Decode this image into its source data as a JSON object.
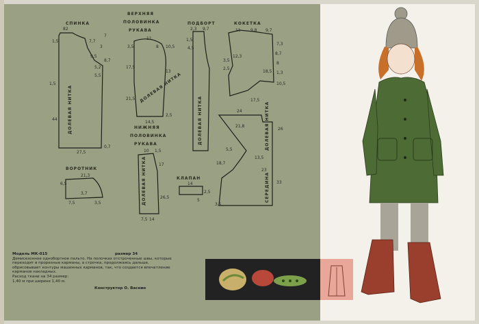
{
  "pieces": {
    "back": {
      "label": "СПИНКА",
      "grain": "ДОЛЕВАЯ НИТКА",
      "dims": [
        "82",
        "1,5",
        "7,7",
        "9,5",
        "5,2",
        "5,5",
        "44",
        "27,5",
        "8,7",
        "1,5",
        "0,7",
        "7",
        "3"
      ]
    },
    "upper_sleeve": {
      "label": [
        "ВЕРХНЯЯ",
        "ПОЛОВИНКА",
        "РУКАВА"
      ],
      "grain": "ДОЛЕВАЯ НИТКА",
      "dims": [
        "3,5",
        "11",
        "8",
        "17,5",
        "21,5",
        "14,5",
        "10,5",
        "13",
        "2,5"
      ]
    },
    "facing": {
      "label": "ПОДБОРТ",
      "grain": "ДОЛЕВАЯ НИТКА",
      "dims": [
        "2,3",
        "9,7",
        "1,5",
        "4,5"
      ]
    },
    "yoke": {
      "label": "КОКЕТКА",
      "dims": [
        "11",
        "9,8",
        "9,7",
        "12,3",
        "8,7",
        "3,5",
        "2,5",
        "18,5",
        "10,5",
        "17,5",
        "7,3",
        "8",
        "1,3"
      ]
    },
    "front": {
      "label": "",
      "grain": [
        "ДОЛЕВАЯ НИТКА",
        "СЕРЕДИНА"
      ],
      "dims": [
        "24",
        "21,8",
        "26",
        "5,5",
        "13,5",
        "18,7",
        "23",
        "3,5",
        "33"
      ]
    },
    "lower_sleeve": {
      "label": [
        "НИЖНЯЯ",
        "ПОЛОВИНКА",
        "РУКАВА"
      ],
      "grain": "ДОЛЕВАЯ НИТКА",
      "dims": [
        "10",
        "1,5",
        "17",
        "26,5",
        "7,5",
        "14"
      ]
    },
    "collar": {
      "label": "ВОРОТНИК",
      "dims": [
        "21,3",
        "6,5",
        "3,7",
        "7,5",
        "3,5"
      ]
    },
    "flap": {
      "label": "КЛАПАН",
      "dims": [
        "14",
        "2,5",
        "5"
      ]
    }
  },
  "caption": {
    "model": "Модель МК-015",
    "size": "размер 34",
    "text": "Демисезонное однобортное пальто. На полочках отстроченные швы, которые переходят в прорезные карманы, а строчка, продолжаясь дальше, обрисовывает контуры машинных карманов, так, что создается впечатление карманов накладных.",
    "fabric": "Расход ткани на 34 размер:",
    "fabric_amount": "1,40 м при ширине 1,40 м.",
    "author": "Конструктор О. Васнин"
  },
  "colors": {
    "page_left": "#9aa083",
    "page_right": "#f4f1ea",
    "coat": "#4d6b35",
    "boots": "#9a3f2e",
    "hat": "#a09a8a"
  }
}
